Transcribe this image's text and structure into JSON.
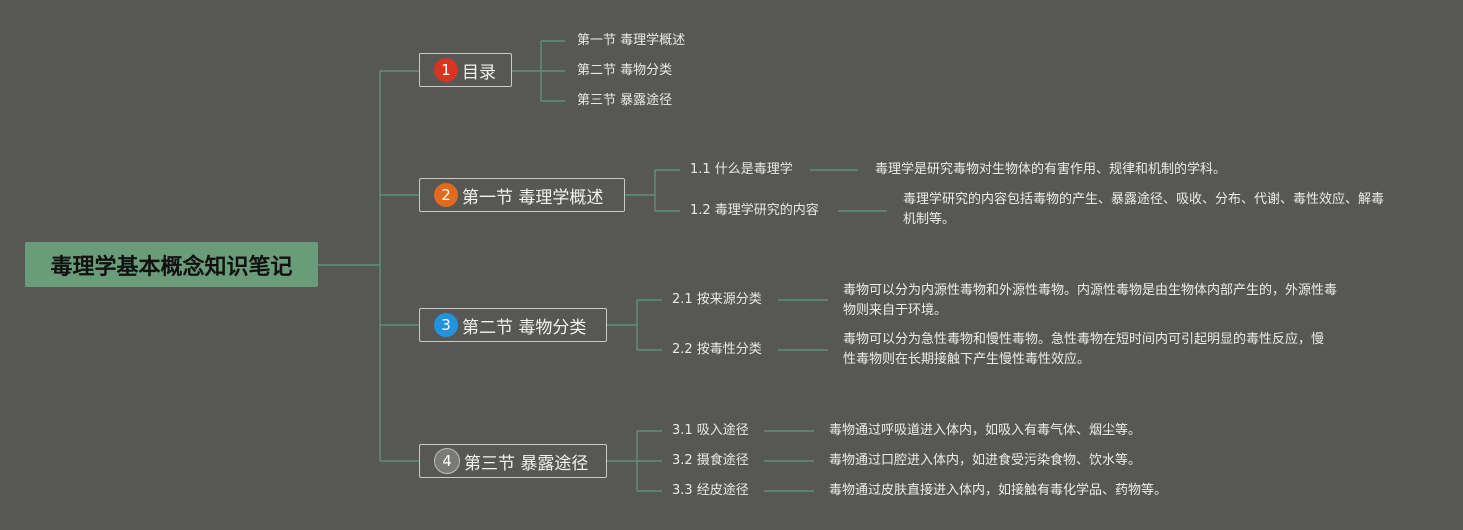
{
  "root": {
    "title": "毒理学基本概念知识笔记"
  },
  "sections": [
    {
      "number": "1",
      "label": "目录",
      "badge_color": "#d8341f"
    },
    {
      "number": "2",
      "label": "第一节 毒理学概述",
      "badge_color": "#e06a1d"
    },
    {
      "number": "3",
      "label": "第二节 毒物分类",
      "badge_color": "#2393e0"
    },
    {
      "number": "4",
      "label": "第三节 暴露途径",
      "badge_color": "#7a7a78"
    }
  ],
  "toc": [
    "第一节 毒理学概述",
    "第二节 毒物分类",
    "第三节 暴露途径"
  ],
  "sec2": {
    "items": [
      {
        "label": "1.1 什么是毒理学",
        "detail": "毒理学是研究毒物对生物体的有害作用、规律和机制的学科。"
      },
      {
        "label": "1.2 毒理学研究的内容",
        "detail": "毒理学研究的内容包括毒物的产生、暴露途径、吸收、分布、代谢、毒性效应、解毒机制等。"
      }
    ]
  },
  "sec3": {
    "items": [
      {
        "label": "2.1 按来源分类",
        "detail": "毒物可以分为内源性毒物和外源性毒物。内源性毒物是由生物体内部产生的，外源性毒物则来自于环境。"
      },
      {
        "label": "2.2 按毒性分类",
        "detail": "毒物可以分为急性毒物和慢性毒物。急性毒物在短时间内可引起明显的毒性反应，慢性毒物则在长期接触下产生慢性毒性效应。"
      }
    ]
  },
  "sec4": {
    "items": [
      {
        "label": "3.1 吸入途径",
        "detail": "毒物通过呼吸道进入体内，如吸入有毒气体、烟尘等。"
      },
      {
        "label": "3.2 摄食途径",
        "detail": "毒物通过口腔进入体内，如进食受污染食物、饮水等。"
      },
      {
        "label": "3.3 经皮途径",
        "detail": "毒物通过皮肤直接进入体内，如接触有毒化学品、药物等。"
      }
    ]
  }
}
